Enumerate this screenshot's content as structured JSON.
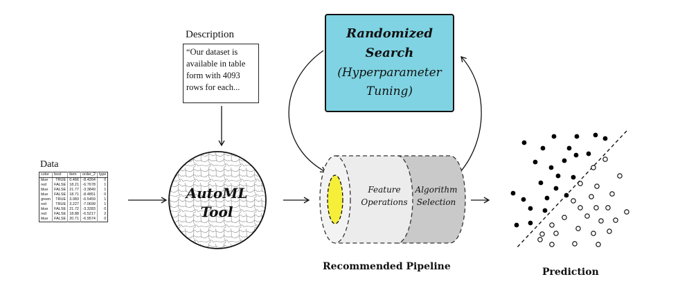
{
  "description": {
    "title": "Description",
    "lines": [
      "“Our dataset is",
      "available in table",
      "form with 4093",
      "rows for each..."
    ]
  },
  "data": {
    "title": "Data",
    "table": {
      "headers": [
        "color",
        "bool",
        "item",
        "order_2",
        "type"
      ],
      "rows": [
        [
          "blue",
          "TRUE",
          "0.466",
          "-8.4264",
          "0"
        ],
        [
          "red",
          "FALSE",
          "18.21",
          "-6.7678",
          "1"
        ],
        [
          "blue",
          "FALSE",
          "21.77",
          "-3.3849",
          "1"
        ],
        [
          "blue",
          "FALSE",
          "18.71",
          "-8.4851",
          "0"
        ],
        [
          "green",
          "TRUE",
          "3.083",
          "-6.5459",
          "1"
        ],
        [
          "red",
          "TRUE",
          "3.227",
          "-7.0699",
          "1"
        ],
        [
          "blue",
          "FALSE",
          "21.72",
          "-3.3283",
          "0"
        ],
        [
          "red",
          "FALSE",
          "18.88",
          "-6.5217",
          "2"
        ],
        [
          "blue",
          "FALSE",
          "20.71",
          "-6.9574",
          "0"
        ]
      ]
    }
  },
  "automl": {
    "line1": "AutoML",
    "line2": "Tool"
  },
  "randomized_search": {
    "line1": "Randomized",
    "line2": "Search",
    "line3": "(Hyperparameter",
    "line4": "Tuning)",
    "fill_color": "#7fd3e2"
  },
  "pipeline": {
    "feature_line1": "Feature",
    "feature_line2": "Operations",
    "algorithm_line1": "Algorithm",
    "algorithm_line2": "Selection",
    "label": "Recommended Pipeline",
    "core_color": "#f5ef3a",
    "algorithm_color": "#c9c9c9",
    "feature_color": "#ececec"
  },
  "prediction": {
    "label": "Prediction"
  }
}
